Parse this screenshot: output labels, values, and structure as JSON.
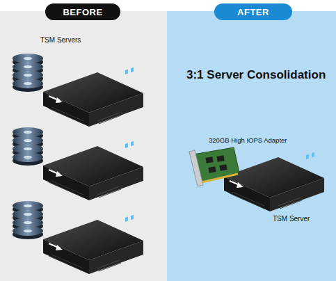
{
  "diagram": {
    "nodes": [
      {
        "text": [
          "BEFORE"
        ]
      },
      {
        "text": [
          "AFTER"
        ]
      }
    ],
    "labels": [
      "TSM Servers",
      "3:1 Server Consolidation",
      "320GB High IOPS Adapter",
      "TSM Server"
    ]
  }
}
